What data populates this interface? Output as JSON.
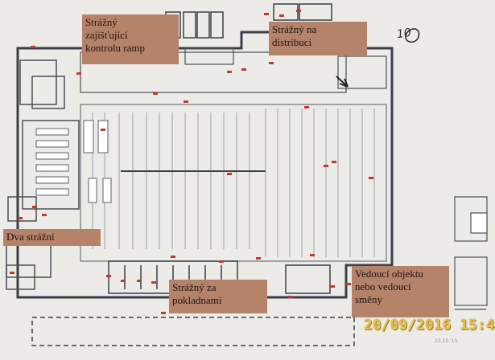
{
  "map": {
    "type": "store floor plan",
    "callouts": {
      "ramp": "Strážný\nzajišťující\nkontrolu ramp",
      "distribution": "Strážný na\ndistribuci",
      "two_guards": "Dva strážní",
      "checkout": "Strážný za\npokladnami",
      "manager": "Vedoucí objektu\nnebo vedoucí\nsměny"
    },
    "photo_timestamp": "20/09/2016 15:4",
    "handwritten_number": "10",
    "corner_text": "23.10.'15",
    "colors": {
      "paper": "#ecebe8",
      "walls": "#3a3f48",
      "aisle_lines": "#9aa0a8",
      "markers": "#c0392b",
      "callout": "#b5836a",
      "timestamp": "#e9c14a"
    }
  }
}
